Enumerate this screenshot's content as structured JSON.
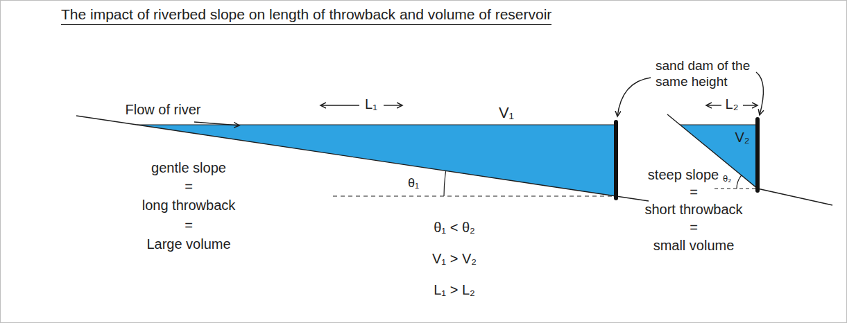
{
  "diagram": {
    "title": "The impact of riverbed slope on length of throwback and volume of reservoir",
    "labels": [
      "Flow of river",
      "L₁",
      "V₁",
      "θ₁",
      "sand dam of the same height",
      "L₂",
      "V₂",
      "gentle slope",
      "=",
      "long throwback",
      "=",
      "Large volume",
      "θ₁ < θ₂",
      "V₁ > V₂",
      "L₁ > L₂",
      "steep slope",
      "θ₂",
      "=",
      "short throwback",
      "=",
      "small volume"
    ]
  }
}
